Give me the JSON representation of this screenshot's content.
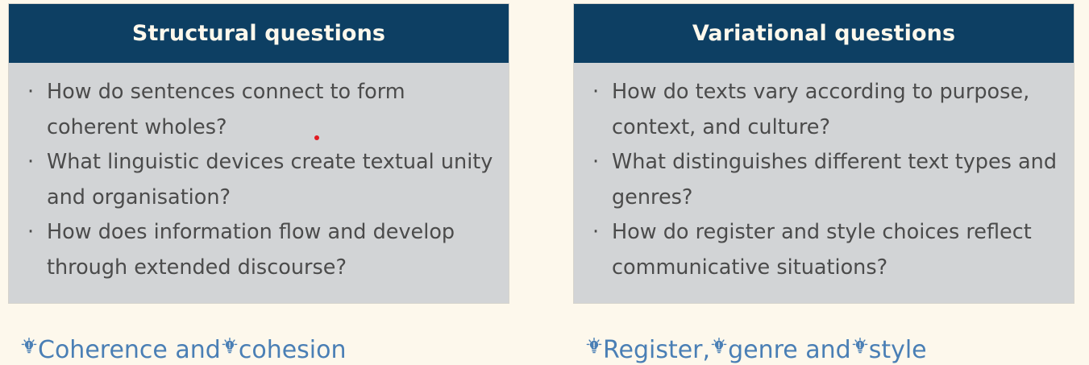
{
  "theme": {
    "page_background": "#fdf8ec",
    "header_background": "#0d3f63",
    "header_text": "#fdf8ec",
    "card_background": "#d2d4d6",
    "body_text": "#4b4b4b",
    "caption_text": "#4a7fb5",
    "cursor_dot": "#e11b22"
  },
  "columns": [
    {
      "header": "Structural questions",
      "bullet_marker": "·",
      "bullets": [
        "How do sentences connect to form coherent wholes?",
        "What linguistic devices create textual unity and organisation?",
        "How does information flow and develop through extended discourse?"
      ],
      "caption": {
        "icon": "lightbulb-icon",
        "segments": [
          {
            "icon": "lightbulb-icon",
            "text": "Coherence and "
          },
          {
            "icon": "lightbulb-icon",
            "text": "cohesion"
          }
        ],
        "full_text": "Coherence and cohesion"
      }
    },
    {
      "header": "Variational questions",
      "bullet_marker": "·",
      "bullets": [
        "How do texts vary according to purpose, context, and culture?",
        "What distinguishes different text types and genres?",
        "How do register and style choices reflect communicative situations?"
      ],
      "caption": {
        "icon": "lightbulb-icon",
        "segments": [
          {
            "icon": "lightbulb-icon",
            "text": "Register, "
          },
          {
            "icon": "lightbulb-icon",
            "text": "genre and "
          },
          {
            "icon": "lightbulb-icon",
            "text": "style"
          }
        ],
        "full_text": "Register, genre and style"
      }
    }
  ]
}
